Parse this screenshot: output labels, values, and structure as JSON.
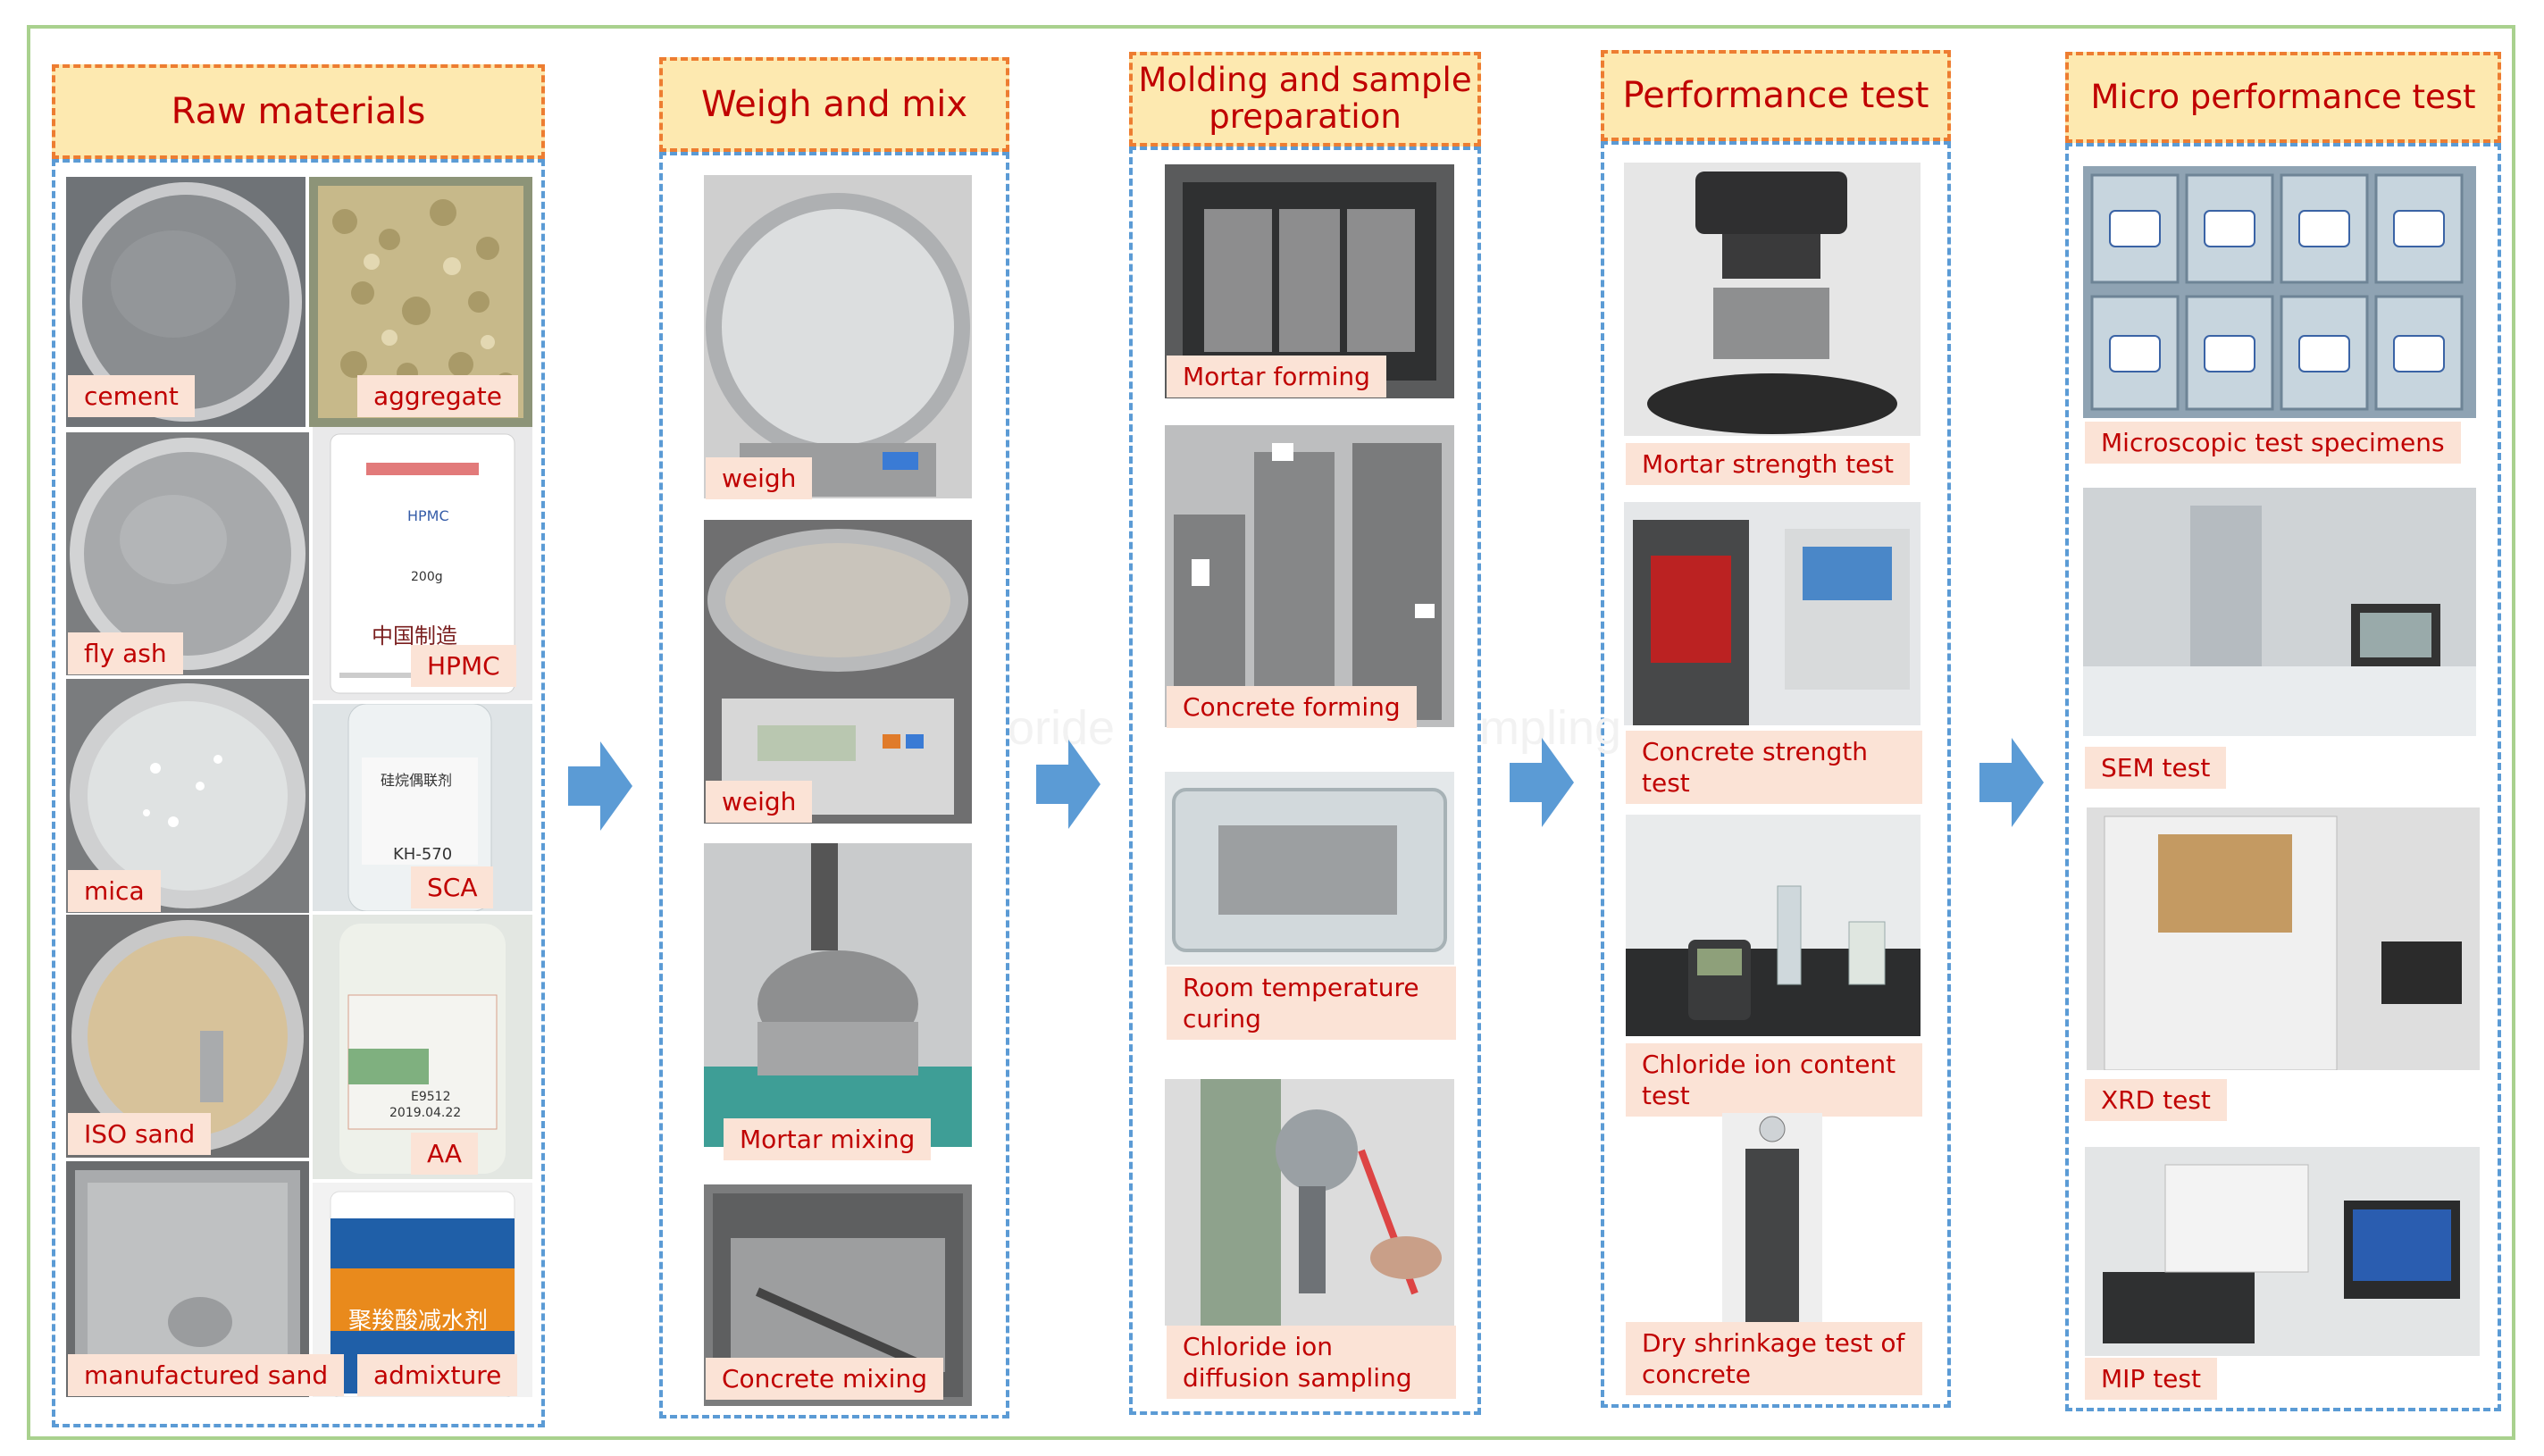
{
  "colors": {
    "frame": "#a9d18e",
    "header_fill": "#fde9b0",
    "header_border": "#ed7d31",
    "panel_border": "#5b9bd5",
    "label_fill": "#fbe3d6",
    "label_text": "#c00000",
    "arrow": "#5b9bd5"
  },
  "columns": [
    {
      "title": "Raw materials",
      "items": [
        "cement",
        "aggregate",
        "fly ash",
        "HPMC",
        "mica",
        "SCA",
        "ISO sand",
        "AA",
        "manufactured sand",
        "admixture"
      ]
    },
    {
      "title": "Weigh and mix",
      "items": [
        "weigh",
        "weigh",
        "Mortar mixing",
        "Concrete mixing"
      ]
    },
    {
      "title": "Molding and sample preparation",
      "items": [
        "Mortar forming",
        "Concrete forming",
        "Room temperature curing",
        "Chloride ion diffusion sampling"
      ]
    },
    {
      "title": "Performance test",
      "items": [
        "Mortar strength test",
        "Concrete strength test",
        "Chloride ion content test",
        "Dry shrinkage test of concrete"
      ]
    },
    {
      "title": "Micro performance test",
      "items": [
        "Microscopic test specimens",
        "SEM test",
        "XRD test",
        "MIP test"
      ]
    }
  ],
  "photo_text": {
    "hpmc_bag": "HPMC",
    "hpmc_weight": "200g",
    "hpmc_made": "中国制造",
    "sca_bottle": "KH-570",
    "sca_bottle_cn": "硅烷偶联剂",
    "aa_bottle": "E9512",
    "aa_date": "2019.04.22",
    "admixture_bucket": "聚羧酸减水剂"
  },
  "ghost_text": [
    "oride",
    "mpling"
  ],
  "icons": [
    "right-arrow-icon"
  ]
}
